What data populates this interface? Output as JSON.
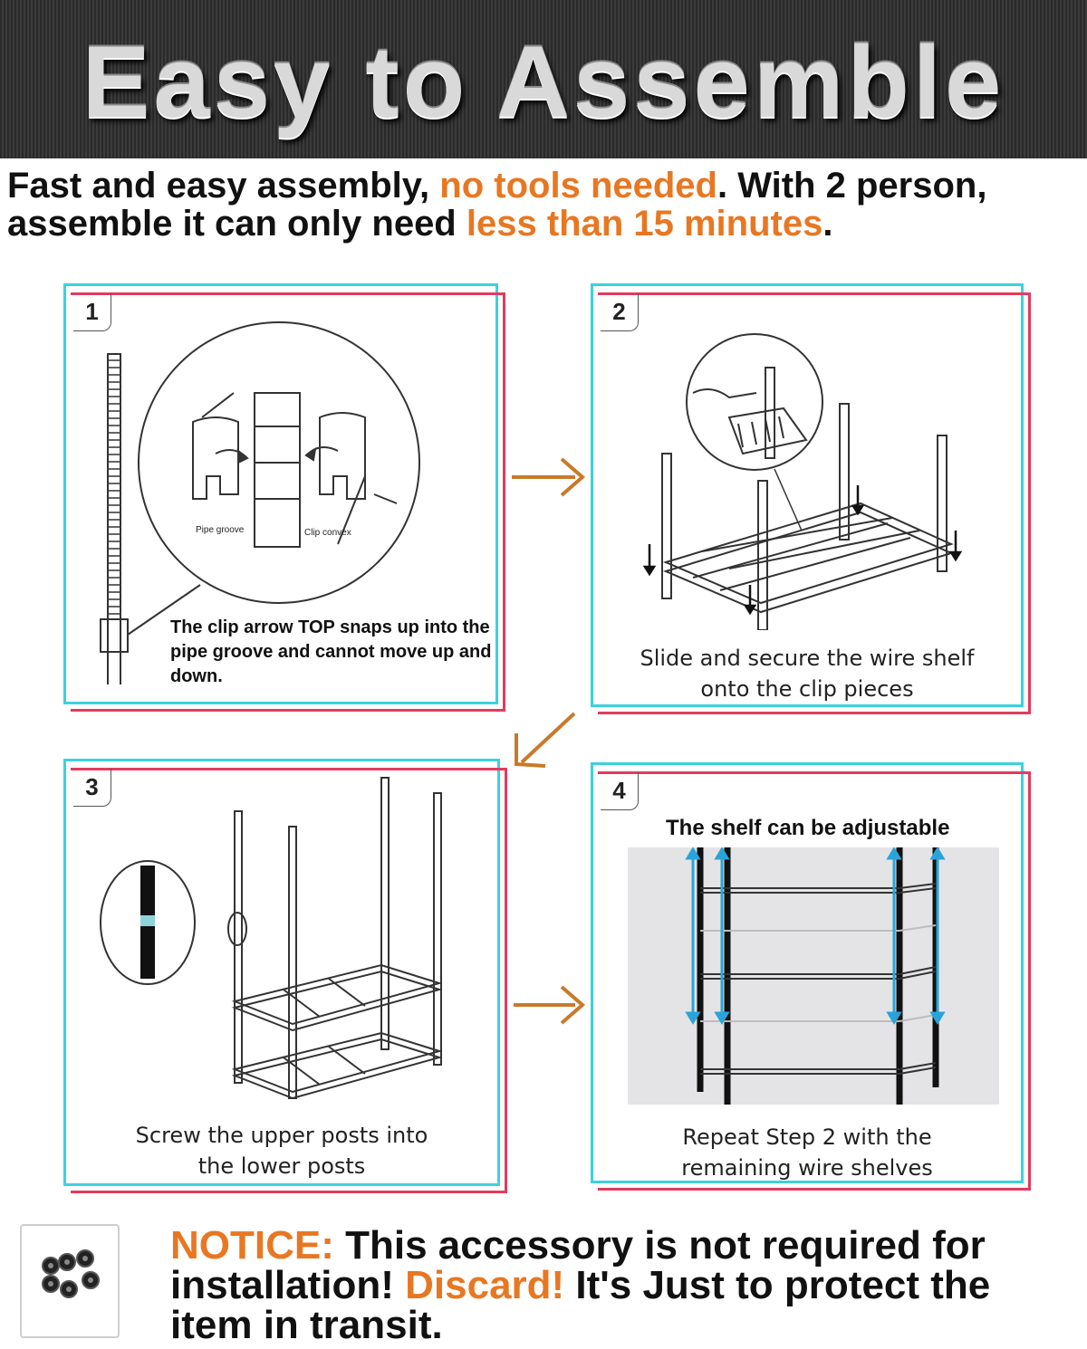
{
  "banner": {
    "title": "Easy to Assemble"
  },
  "intro": {
    "part1": "Fast and easy assembly, ",
    "highlight1": "no tools needed",
    "part2": ". With 2 person, assemble it can only need ",
    "highlight2": "less than 15 minutes",
    "part3": "."
  },
  "steps": [
    {
      "number": "1",
      "label_pipe_groove": "Pipe groove",
      "label_clip_convex": "Clip convex",
      "caption": "The clip arrow TOP snaps up into the pipe groove and cannot move up and down."
    },
    {
      "number": "2",
      "caption_line1": "Slide and secure the wire shelf",
      "caption_line2": "onto the clip pieces"
    },
    {
      "number": "3",
      "caption_line1": "Screw the upper posts into",
      "caption_line2": "the lower posts"
    },
    {
      "number": "4",
      "heading": "The shelf can be adjustable",
      "caption_line1": "Repeat Step 2 with the",
      "caption_line2": "remaining wire shelves"
    }
  ],
  "notice": {
    "label": "NOTICE:",
    "text1": " This accessory is not required for installation! ",
    "discard": "Discard!",
    "text2": " It's Just to protect the item in transit."
  },
  "colors": {
    "accent": "#e87722",
    "panel_cyan": "#3cd2dc",
    "panel_red": "#e53a5c"
  }
}
